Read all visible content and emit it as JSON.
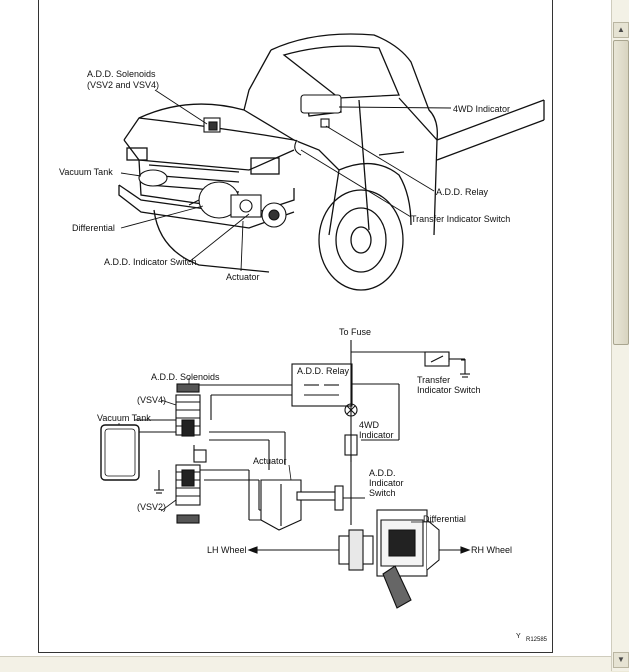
{
  "top_figure": {
    "labels": {
      "solenoids": [
        "A.D.D. Solenoids",
        "(VSV2 and VSV4)"
      ],
      "indicator_4wd": "4WD Indicator",
      "vacuum_tank": "Vacuum Tank",
      "add_relay": "A.D.D. Relay",
      "differential": "Differential",
      "transfer_switch": "Transfer Indicator Switch",
      "add_indicator_switch": "A.D.D. Indicator Switch",
      "actuator": "Actuator"
    }
  },
  "bottom_figure": {
    "labels": {
      "to_fuse": "To Fuse",
      "solenoids": "A.D.D. Solenoids",
      "relay": "A.D.D. Relay",
      "transfer": [
        "Transfer",
        "Indicator Switch"
      ],
      "vsv4": "(VSV4)",
      "vacuum_tank": "Vacuum Tank",
      "indicator_4wd": [
        "4WD",
        "Indicator"
      ],
      "actuator": "Actuator",
      "add_indicator_switch": [
        "A.D.D.",
        "Indicator",
        "Switch"
      ],
      "vsv2": "(VSV2)",
      "differential": "Differential",
      "lh_wheel": "LH Wheel",
      "rh_wheel": "RH Wheel"
    },
    "footer_code": "R12585",
    "footer_mark": "Y"
  },
  "ui": {
    "next_page": "▶",
    "scroll_up": "▲",
    "scroll_down": "▼"
  }
}
